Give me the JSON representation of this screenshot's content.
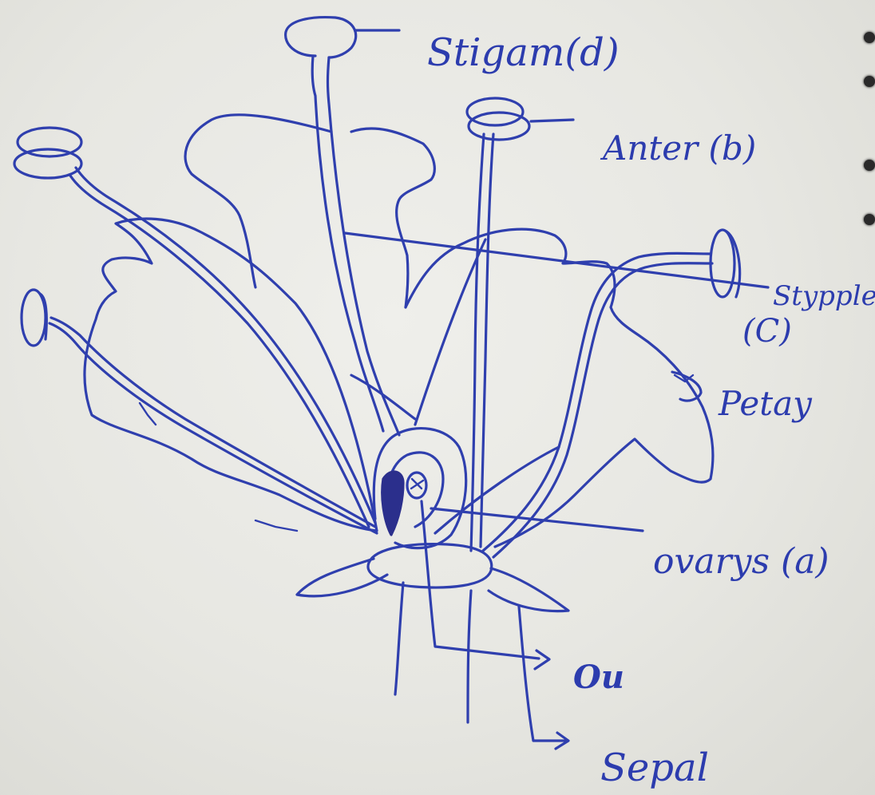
{
  "labels": {
    "stigma": "Stigam(d)",
    "anther": "Anter (b)",
    "style": "Stypple",
    "style_tag": "(C)",
    "petal": "Petay",
    "ovary": "ovarys (a)",
    "ovule": "Ou",
    "sepal": "Sepal"
  },
  "colors": {
    "ink": "#2f3fae",
    "paper": "#e9e9e4"
  }
}
